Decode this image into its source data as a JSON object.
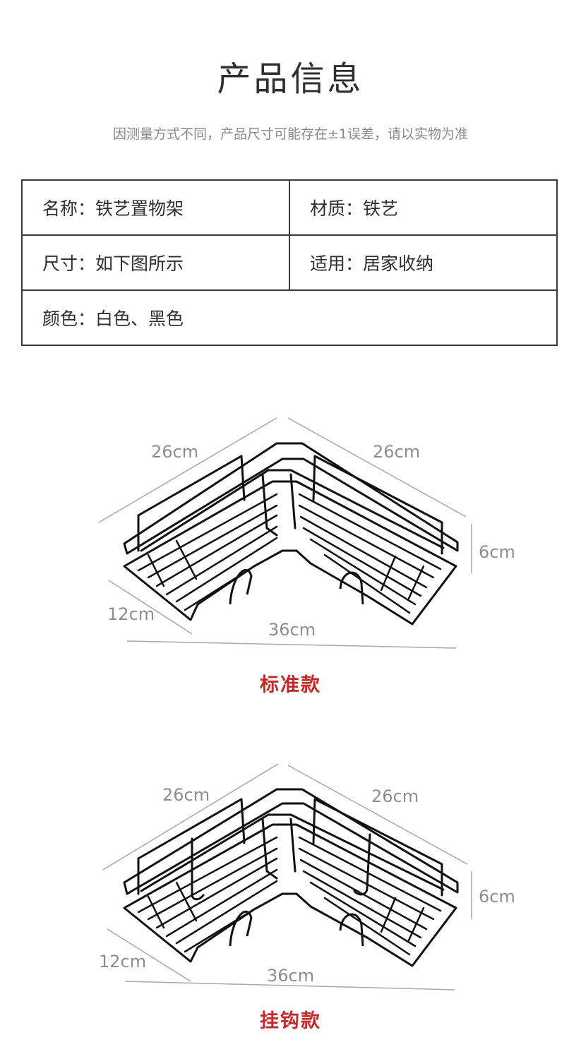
{
  "header": {
    "title": "产品信息",
    "subtitle": "因测量方式不同，产品尺寸可能存在±1误差，请以实物为准"
  },
  "specs": {
    "name": "名称：铁艺置物架",
    "material": "材质：铁艺",
    "size": "尺寸：如下图所示",
    "usage": "适用：居家收纳",
    "color": "颜色：白色、黑色"
  },
  "products": [
    {
      "variant_label": "标准款",
      "dims": {
        "left_top": "26cm",
        "right_top": "26cm",
        "height": "6cm",
        "depth": "12cm",
        "width": "36cm"
      },
      "has_hooks": false
    },
    {
      "variant_label": "挂钩款",
      "dims": {
        "left_top": "26cm",
        "right_top": "26cm",
        "height": "6cm",
        "depth": "12cm",
        "width": "36cm"
      },
      "has_hooks": true
    }
  ],
  "colors": {
    "accent": "#c52a2a",
    "dimension_text": "#8e8e8e",
    "wire": "#111111"
  }
}
